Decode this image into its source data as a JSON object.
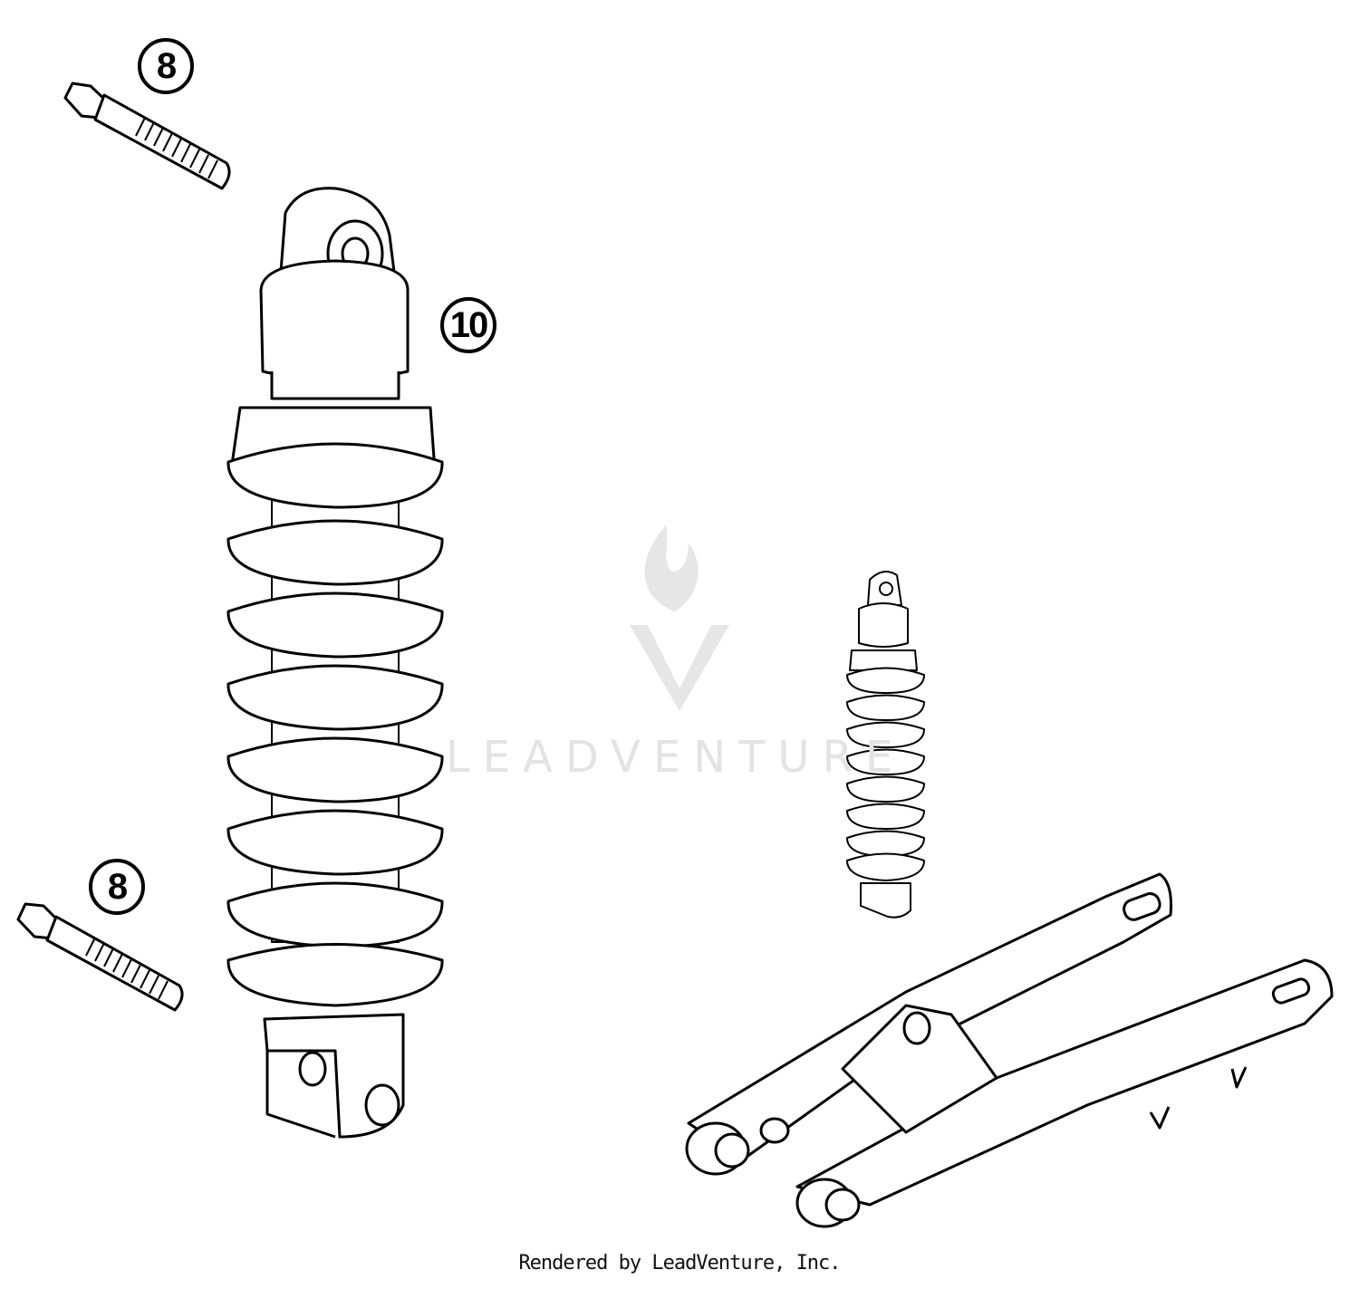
{
  "callouts": [
    {
      "label": "8",
      "part": "upper-bolt"
    },
    {
      "label": "10",
      "part": "shock-absorber"
    },
    {
      "label": "8",
      "part": "lower-bolt"
    }
  ],
  "watermark": {
    "text": "LEADVENTURE"
  },
  "footer": {
    "text": "Rendered by LeadVenture, Inc."
  },
  "colors": {
    "line": "#000000",
    "watermark": "#e3e3e3"
  }
}
